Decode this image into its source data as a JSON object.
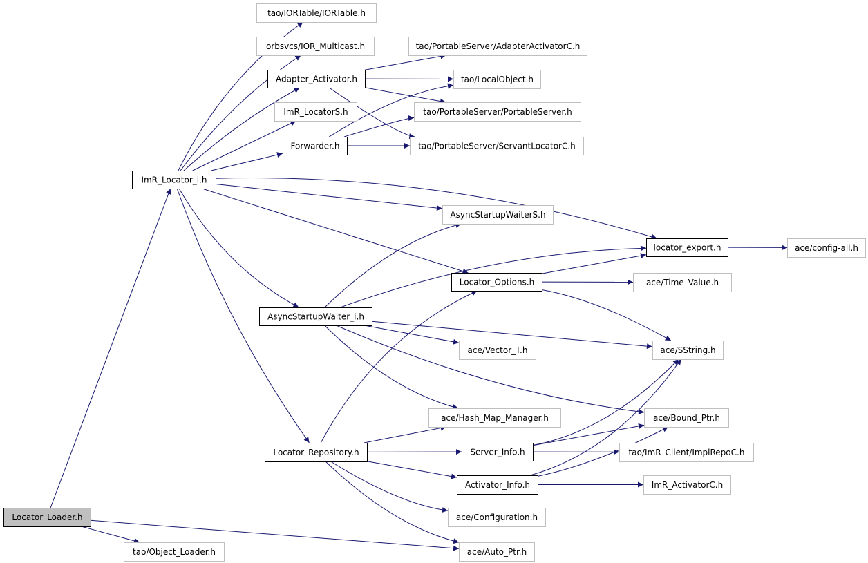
{
  "colors": {
    "edge": "#191970",
    "internal_border": "#000000",
    "external_border": "#bfbfbf",
    "root_fill": "#bfbfbf"
  },
  "nodes": [
    {
      "id": "locator_loader",
      "label": "Locator_Loader.h",
      "kind": "root"
    },
    {
      "id": "imr_locator_i",
      "label": "ImR_Locator_i.h",
      "kind": "internal"
    },
    {
      "id": "object_loader",
      "label": "tao/Object_Loader.h",
      "kind": "external"
    },
    {
      "id": "auto_ptr",
      "label": "ace/Auto_Ptr.h",
      "kind": "external"
    },
    {
      "id": "iortable",
      "label": "tao/IORTable/IORTable.h",
      "kind": "external"
    },
    {
      "id": "ior_multicast",
      "label": "orbsvcs/IOR_Multicast.h",
      "kind": "external"
    },
    {
      "id": "adapter_activator",
      "label": "Adapter_Activator.h",
      "kind": "internal"
    },
    {
      "id": "imr_locators",
      "label": "ImR_LocatorS.h",
      "kind": "external"
    },
    {
      "id": "forwarder",
      "label": "Forwarder.h",
      "kind": "internal"
    },
    {
      "id": "adapter_activator_c",
      "label": "tao/PortableServer/AdapterActivatorC.h",
      "kind": "external"
    },
    {
      "id": "local_object",
      "label": "tao/LocalObject.h",
      "kind": "external"
    },
    {
      "id": "portable_server",
      "label": "tao/PortableServer/PortableServer.h",
      "kind": "external"
    },
    {
      "id": "servant_locator_c",
      "label": "tao/PortableServer/ServantLocatorC.h",
      "kind": "external"
    },
    {
      "id": "async_waiter_s",
      "label": "AsyncStartupWaiterS.h",
      "kind": "external"
    },
    {
      "id": "locator_export",
      "label": "locator_export.h",
      "kind": "internal"
    },
    {
      "id": "config_all",
      "label": "ace/config-all.h",
      "kind": "external"
    },
    {
      "id": "locator_options",
      "label": "Locator_Options.h",
      "kind": "internal"
    },
    {
      "id": "time_value",
      "label": "ace/Time_Value.h",
      "kind": "external"
    },
    {
      "id": "async_waiter_i",
      "label": "AsyncStartupWaiter_i.h",
      "kind": "internal"
    },
    {
      "id": "vector_t",
      "label": "ace/Vector_T.h",
      "kind": "external"
    },
    {
      "id": "sstring",
      "label": "ace/SString.h",
      "kind": "external"
    },
    {
      "id": "hash_map",
      "label": "ace/Hash_Map_Manager.h",
      "kind": "external"
    },
    {
      "id": "bound_ptr",
      "label": "ace/Bound_Ptr.h",
      "kind": "external"
    },
    {
      "id": "locator_repository",
      "label": "Locator_Repository.h",
      "kind": "internal"
    },
    {
      "id": "server_info",
      "label": "Server_Info.h",
      "kind": "internal"
    },
    {
      "id": "implrepo_c",
      "label": "tao/ImR_Client/ImplRepoC.h",
      "kind": "external"
    },
    {
      "id": "activator_info",
      "label": "Activator_Info.h",
      "kind": "internal"
    },
    {
      "id": "imr_activator_c",
      "label": "ImR_ActivatorC.h",
      "kind": "external"
    },
    {
      "id": "configuration",
      "label": "ace/Configuration.h",
      "kind": "external"
    }
  ],
  "edges": [
    {
      "from": "locator_loader",
      "to": "imr_locator_i"
    },
    {
      "from": "locator_loader",
      "to": "object_loader"
    },
    {
      "from": "locator_loader",
      "to": "auto_ptr"
    },
    {
      "from": "imr_locator_i",
      "to": "iortable"
    },
    {
      "from": "imr_locator_i",
      "to": "ior_multicast"
    },
    {
      "from": "imr_locator_i",
      "to": "adapter_activator"
    },
    {
      "from": "imr_locator_i",
      "to": "imr_locators"
    },
    {
      "from": "imr_locator_i",
      "to": "forwarder"
    },
    {
      "from": "imr_locator_i",
      "to": "locator_export"
    },
    {
      "from": "imr_locator_i",
      "to": "async_waiter_s"
    },
    {
      "from": "imr_locator_i",
      "to": "locator_options"
    },
    {
      "from": "imr_locator_i",
      "to": "async_waiter_i"
    },
    {
      "from": "imr_locator_i",
      "to": "locator_repository"
    },
    {
      "from": "adapter_activator",
      "to": "adapter_activator_c"
    },
    {
      "from": "adapter_activator",
      "to": "local_object"
    },
    {
      "from": "adapter_activator",
      "to": "portable_server"
    },
    {
      "from": "adapter_activator",
      "to": "servant_locator_c"
    },
    {
      "from": "forwarder",
      "to": "local_object"
    },
    {
      "from": "forwarder",
      "to": "portable_server"
    },
    {
      "from": "forwarder",
      "to": "servant_locator_c"
    },
    {
      "from": "locator_export",
      "to": "config_all"
    },
    {
      "from": "locator_options",
      "to": "locator_export"
    },
    {
      "from": "locator_options",
      "to": "time_value"
    },
    {
      "from": "locator_options",
      "to": "sstring"
    },
    {
      "from": "async_waiter_i",
      "to": "async_waiter_s"
    },
    {
      "from": "async_waiter_i",
      "to": "locator_export"
    },
    {
      "from": "async_waiter_i",
      "to": "sstring"
    },
    {
      "from": "async_waiter_i",
      "to": "vector_t"
    },
    {
      "from": "async_waiter_i",
      "to": "hash_map"
    },
    {
      "from": "async_waiter_i",
      "to": "bound_ptr"
    },
    {
      "from": "locator_repository",
      "to": "locator_options"
    },
    {
      "from": "locator_repository",
      "to": "hash_map"
    },
    {
      "from": "locator_repository",
      "to": "server_info"
    },
    {
      "from": "locator_repository",
      "to": "activator_info"
    },
    {
      "from": "locator_repository",
      "to": "configuration"
    },
    {
      "from": "locator_repository",
      "to": "auto_ptr"
    },
    {
      "from": "server_info",
      "to": "sstring"
    },
    {
      "from": "server_info",
      "to": "bound_ptr"
    },
    {
      "from": "server_info",
      "to": "implrepo_c"
    },
    {
      "from": "activator_info",
      "to": "sstring"
    },
    {
      "from": "activator_info",
      "to": "bound_ptr"
    },
    {
      "from": "activator_info",
      "to": "imr_activator_c"
    }
  ]
}
